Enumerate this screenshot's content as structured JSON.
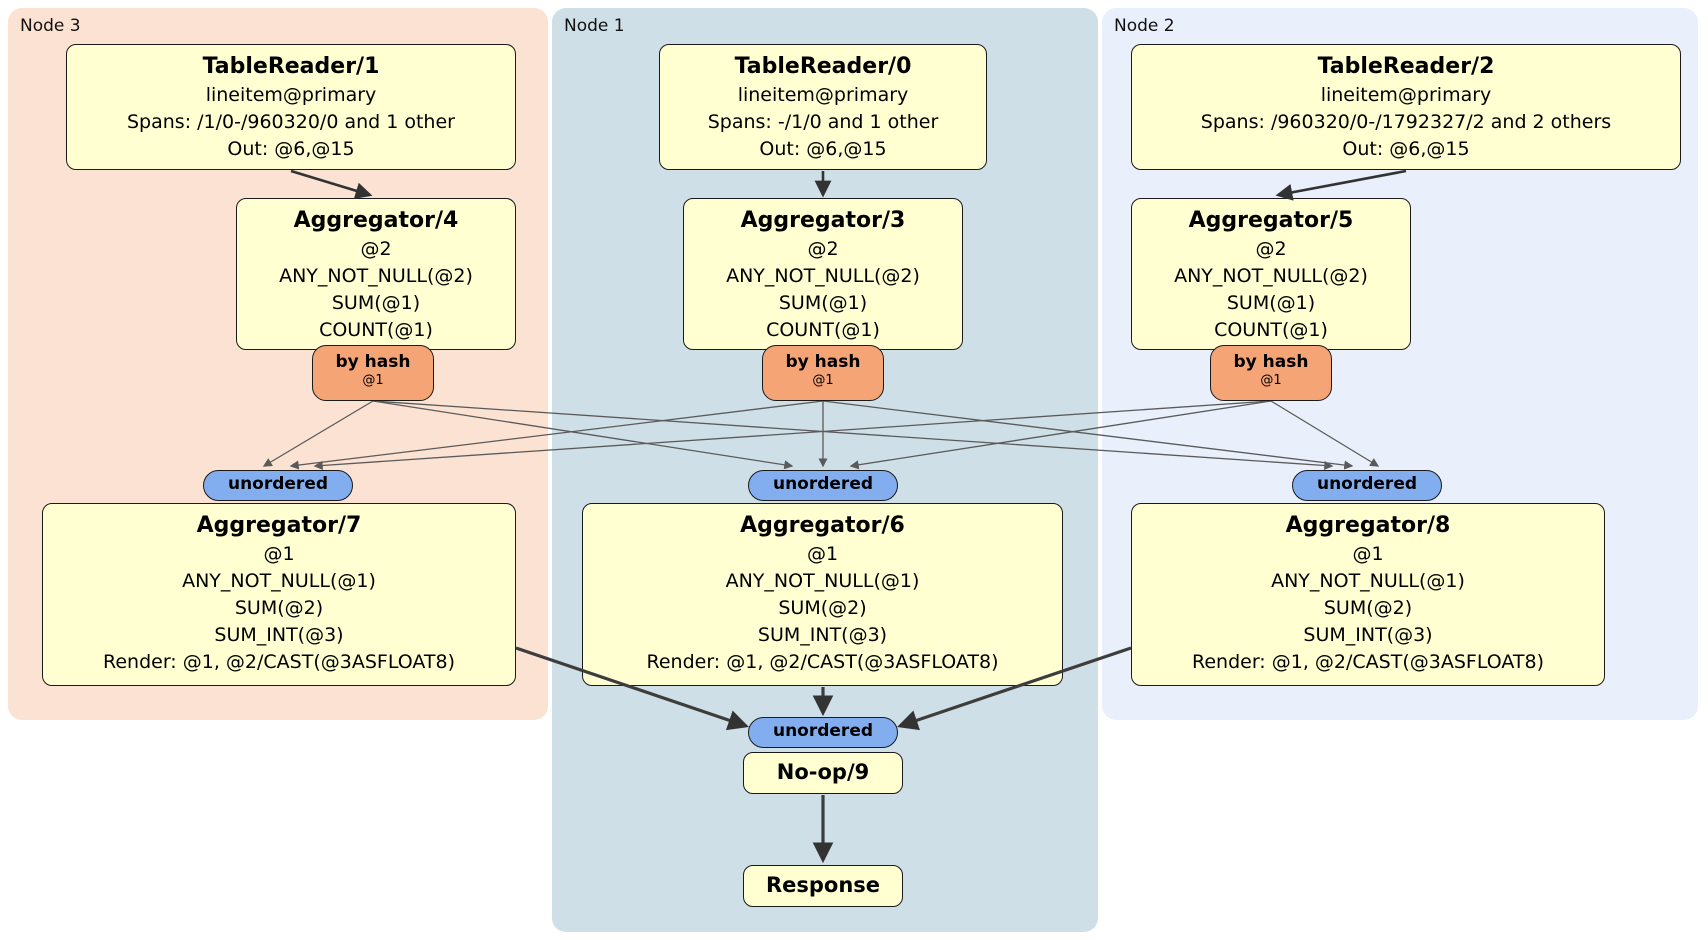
{
  "panels": {
    "node3": {
      "label": "Node 3"
    },
    "node1": {
      "label": "Node 1"
    },
    "node2": {
      "label": "Node 2"
    }
  },
  "boxes": {
    "tr1": {
      "title": "TableReader/1",
      "lines": [
        "lineitem@primary",
        "Spans: /1/0-/960320/0 and 1 other",
        "Out: @6,@15"
      ]
    },
    "tr0": {
      "title": "TableReader/0",
      "lines": [
        "lineitem@primary",
        "Spans: -/1/0 and 1 other",
        "Out: @6,@15"
      ]
    },
    "tr2": {
      "title": "TableReader/2",
      "lines": [
        "lineitem@primary",
        "Spans: /960320/0-/1792327/2 and 2 others",
        "Out: @6,@15"
      ]
    },
    "agg4": {
      "title": "Aggregator/4",
      "lines": [
        "@2",
        "ANY_NOT_NULL(@2)",
        "SUM(@1)",
        "COUNT(@1)"
      ]
    },
    "agg3": {
      "title": "Aggregator/3",
      "lines": [
        "@2",
        "ANY_NOT_NULL(@2)",
        "SUM(@1)",
        "COUNT(@1)"
      ]
    },
    "agg5": {
      "title": "Aggregator/5",
      "lines": [
        "@2",
        "ANY_NOT_NULL(@2)",
        "SUM(@1)",
        "COUNT(@1)"
      ]
    },
    "agg7": {
      "title": "Aggregator/7",
      "lines": [
        "@1",
        "ANY_NOT_NULL(@1)",
        "SUM(@2)",
        "SUM_INT(@3)",
        "Render: @1, @2/CAST(@3ASFLOAT8)"
      ]
    },
    "agg6": {
      "title": "Aggregator/6",
      "lines": [
        "@1",
        "ANY_NOT_NULL(@1)",
        "SUM(@2)",
        "SUM_INT(@3)",
        "Render: @1, @2/CAST(@3ASFLOAT8)"
      ]
    },
    "agg8": {
      "title": "Aggregator/8",
      "lines": [
        "@1",
        "ANY_NOT_NULL(@1)",
        "SUM(@2)",
        "SUM_INT(@3)",
        "Render: @1, @2/CAST(@3ASFLOAT8)"
      ]
    },
    "noop": {
      "title": "No-op/9"
    },
    "response": {
      "title": "Response"
    }
  },
  "router": {
    "label": "by hash",
    "sub": "@1"
  },
  "stream": {
    "label": "unordered"
  },
  "colors": {
    "node3_bg": "#fbe2d3",
    "node1_bg": "#cfdfe7",
    "node2_bg": "#e9f0fb",
    "box_bg": "#ffffd2",
    "router_bg": "#f5a476",
    "stream_bg": "#82aef0",
    "edge": "#3d3d3d"
  }
}
